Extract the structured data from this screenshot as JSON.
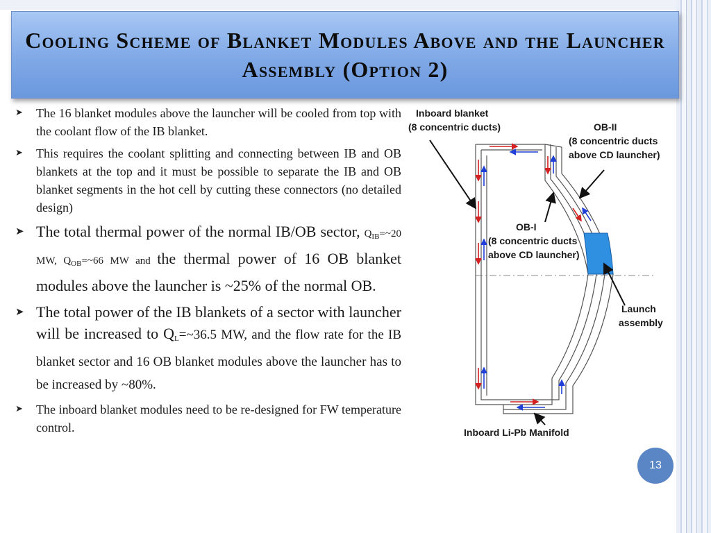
{
  "slide": {
    "title": "Cooling Scheme of Blanket Modules Above and the Launcher Assembly (Option 2)",
    "page_number": "13"
  },
  "bullets": {
    "b1": "The 16 blanket modules above the launcher will be cooled from top with the coolant flow of the IB blanket.",
    "b2": "This requires the coolant splitting and connecting between IB and OB blankets at the top and it must be possible to separate the IB and OB blanket segments in the hot cell by cutting these connectors (no detailed design)",
    "b3": {
      "p1": "The total thermal power of the normal IB/OB sector, ",
      "q_ib": "Q",
      "q_ib_sub": "IB",
      "q_ib_val": "=~20 MW, ",
      "q_ob": "Q",
      "q_ob_sub": "OB",
      "q_ob_val": "=~66 MW and ",
      "p2": "the thermal power of 16 OB blanket modules above the launcher is ~25% of the normal OB."
    },
    "b4": {
      "p1": "The total power of the IB blankets of a sector with launcher will be increased to Q",
      "sub": "L",
      "p2": "=~36.5 MW, and the flow rate for the IB blanket sector and 16 OB blanket modules above the launcher has to be increased by ~80%."
    },
    "b5": "The inboard blanket modules need to be re-designed for FW temperature control."
  },
  "diagram": {
    "inboard_l1": "Inboard blanket",
    "inboard_l2": "(8 concentric ducts)",
    "ob2_l1": "OB-II",
    "ob2_l2": "(8 concentric ducts",
    "ob2_l3": "above CD launcher)",
    "ob1_l1": "OB-I",
    "ob1_l2": "(8 concentric ducts",
    "ob1_l3": "above CD launcher)",
    "launch_l1": "Launch",
    "launch_l2": "assembly",
    "manifold": "Inboard Li-Pb Manifold",
    "launcher_color": "#2f8fe0"
  }
}
